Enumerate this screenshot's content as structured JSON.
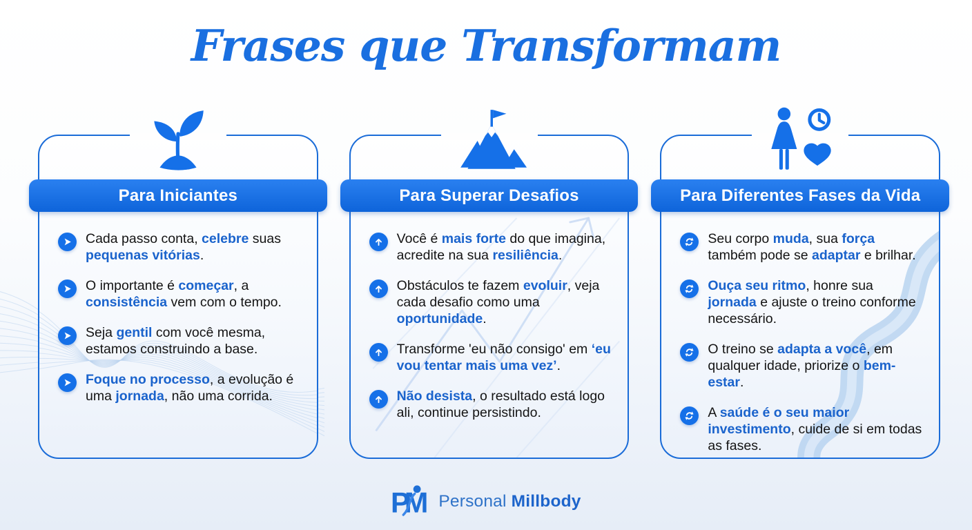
{
  "title": "Frases que Transformam",
  "colors": {
    "accent": "#1570e8",
    "highlight_text": "#1a63cc",
    "title_text": "#1a6fe0",
    "card_border": "#1a6cd8",
    "header_text": "#ffffff",
    "body_text": "#141414",
    "brand_text": "#2e72c8",
    "brand_bold_text": "#1d64cb",
    "decor_line": "#bcd4ee"
  },
  "cards": [
    {
      "header": "Para Iniciantes",
      "icon": "sprout-icon",
      "bullet_icon": "chevron-right-circle-icon",
      "items": [
        {
          "segments": [
            {
              "t": "Cada passo conta, "
            },
            {
              "t": "celebre",
              "hl": true
            },
            {
              "t": " suas "
            },
            {
              "t": "pequenas vitórias",
              "hl": true
            },
            {
              "t": "."
            }
          ]
        },
        {
          "segments": [
            {
              "t": "O importante é "
            },
            {
              "t": "começar",
              "hl": true
            },
            {
              "t": ", a "
            },
            {
              "t": "consistência",
              "hl": true
            },
            {
              "t": " vem com o tempo."
            }
          ]
        },
        {
          "segments": [
            {
              "t": "Seja "
            },
            {
              "t": "gentil",
              "hl": true
            },
            {
              "t": " com você mesma, estamos construindo a base."
            }
          ]
        },
        {
          "segments": [
            {
              "t": "Foque no processo",
              "hl": true
            },
            {
              "t": ", a evolução é uma "
            },
            {
              "t": "jornada",
              "hl": true
            },
            {
              "t": ", não uma corrida."
            }
          ]
        }
      ]
    },
    {
      "header": "Para Superar Desafios",
      "icon": "mountain-flag-icon",
      "bullet_icon": "arrow-up-circle-icon",
      "items": [
        {
          "segments": [
            {
              "t": "Você é "
            },
            {
              "t": "mais forte",
              "hl": true
            },
            {
              "t": " do que imagina, acredite na sua "
            },
            {
              "t": "resiliência",
              "hl": true
            },
            {
              "t": "."
            }
          ]
        },
        {
          "segments": [
            {
              "t": "Obstáculos te fazem "
            },
            {
              "t": "evoluir",
              "hl": true
            },
            {
              "t": ", veja cada desafio como uma "
            },
            {
              "t": "oportunidade",
              "hl": true
            },
            {
              "t": "."
            }
          ]
        },
        {
          "segments": [
            {
              "t": "Transforme 'eu não consigo' em "
            },
            {
              "t": "‘eu vou tentar mais uma vez’",
              "hl": true
            },
            {
              "t": "."
            }
          ]
        },
        {
          "segments": [
            {
              "t": "Não desista",
              "hl": true
            },
            {
              "t": ", o resultado está logo ali, continue persistindo."
            }
          ]
        }
      ]
    },
    {
      "header": "Para Diferentes Fases da Vida",
      "icon": "woman-clock-heart-icon",
      "bullet_icon": "sync-circle-icon",
      "items": [
        {
          "segments": [
            {
              "t": "Seu corpo "
            },
            {
              "t": "muda",
              "hl": true
            },
            {
              "t": ", sua "
            },
            {
              "t": "força",
              "hl": true
            },
            {
              "t": " também pode se "
            },
            {
              "t": "adaptar",
              "hl": true
            },
            {
              "t": " e brilhar."
            }
          ]
        },
        {
          "segments": [
            {
              "t": "Ouça seu ritmo",
              "hl": true
            },
            {
              "t": ", honre sua "
            },
            {
              "t": "jornada",
              "hl": true
            },
            {
              "t": " e ajuste o treino conforme necessário."
            }
          ]
        },
        {
          "segments": [
            {
              "t": "O treino se "
            },
            {
              "t": "adapta a você",
              "hl": true
            },
            {
              "t": ", em qualquer idade, priorize o "
            },
            {
              "t": "bem-estar",
              "hl": true
            },
            {
              "t": "."
            }
          ]
        },
        {
          "segments": [
            {
              "t": "A "
            },
            {
              "t": "saúde é o seu maior investimento",
              "hl": true
            },
            {
              "t": ", cuide de si em todas as fases."
            }
          ]
        }
      ]
    }
  ],
  "footer": {
    "monogram": "PM",
    "brand_regular": "Personal",
    "brand_bold": "Millbody"
  }
}
